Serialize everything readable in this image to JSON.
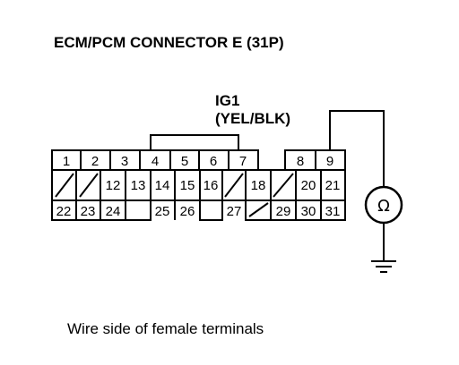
{
  "title": "ECM/PCM CONNECTOR E (31P)",
  "wire_label": {
    "terminal": "IG1",
    "color": "(YEL/BLK)"
  },
  "caption": "Wire side of female terminals",
  "meter_symbol": "Ω",
  "icons": {
    "meter": "ohmmeter-icon",
    "ground": "ground-icon"
  },
  "pins": {
    "row1": [
      "1",
      "2",
      "3",
      "4",
      "5",
      "6",
      "7",
      "8",
      "9"
    ],
    "row2": [
      "12",
      "13",
      "14",
      "15",
      "16",
      "18",
      "20",
      "21"
    ],
    "row3": [
      "22",
      "23",
      "24",
      "25",
      "26",
      "27",
      "29",
      "30",
      "31"
    ]
  },
  "colors": {
    "line": "#000000",
    "background": "#ffffff"
  }
}
